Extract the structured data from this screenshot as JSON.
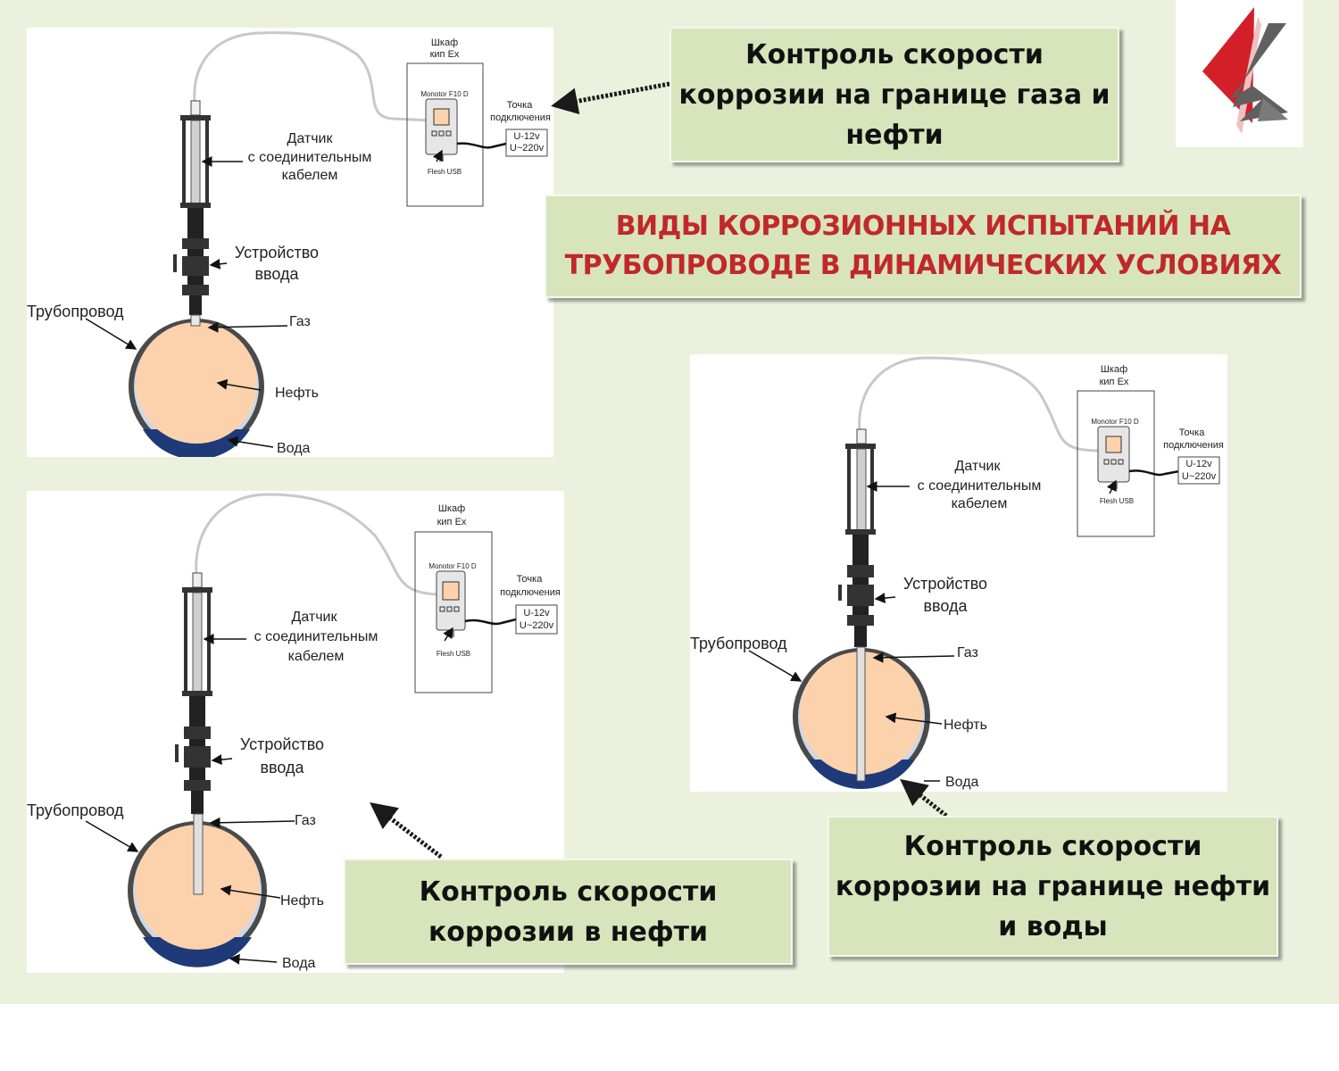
{
  "title": {
    "line1": "ВИДЫ КОРРОЗИОННЫХ ИСПЫТАНИЙ НА",
    "line2": "ТРУБОПРОВОДЕ В ДИНАМИЧЕСКИХ УСЛОВИЯХ"
  },
  "diagram_labels": {
    "cabinet_line1": "Шкаф",
    "cabinet_line2": "кип Ex",
    "monitor": "Monotor F10 D",
    "usb": "Flesh USB",
    "connection_line1": "Точка",
    "connection_line2": "подключения",
    "voltage1": "U-12v",
    "voltage2": "U~220v",
    "sensor_line1": "Датчик",
    "sensor_line2": "с соединительным",
    "sensor_line3": "кабелем",
    "device_line1": "Устройство",
    "device_line2": "ввода",
    "pipeline": "Трубопровод",
    "gas": "Газ",
    "oil": "Нефть",
    "water": "Вода"
  },
  "captions": {
    "gas_oil": [
      "Контроль скорости",
      "коррозии на границе газа и",
      "нефти"
    ],
    "oil": [
      "Контроль скорости",
      "коррозии в нефти"
    ],
    "oil_water": [
      "Контроль скорости",
      "коррозии на границе нефти",
      "и воды"
    ]
  },
  "colors": {
    "slide_background": "#ebf1dd",
    "caption_background": "#d8e4bc",
    "title_text": "#c0282a",
    "oil_fill": "#fcd2ac",
    "water_fill": "#1e3a78",
    "pipe_wall": "#4a4a4a"
  }
}
